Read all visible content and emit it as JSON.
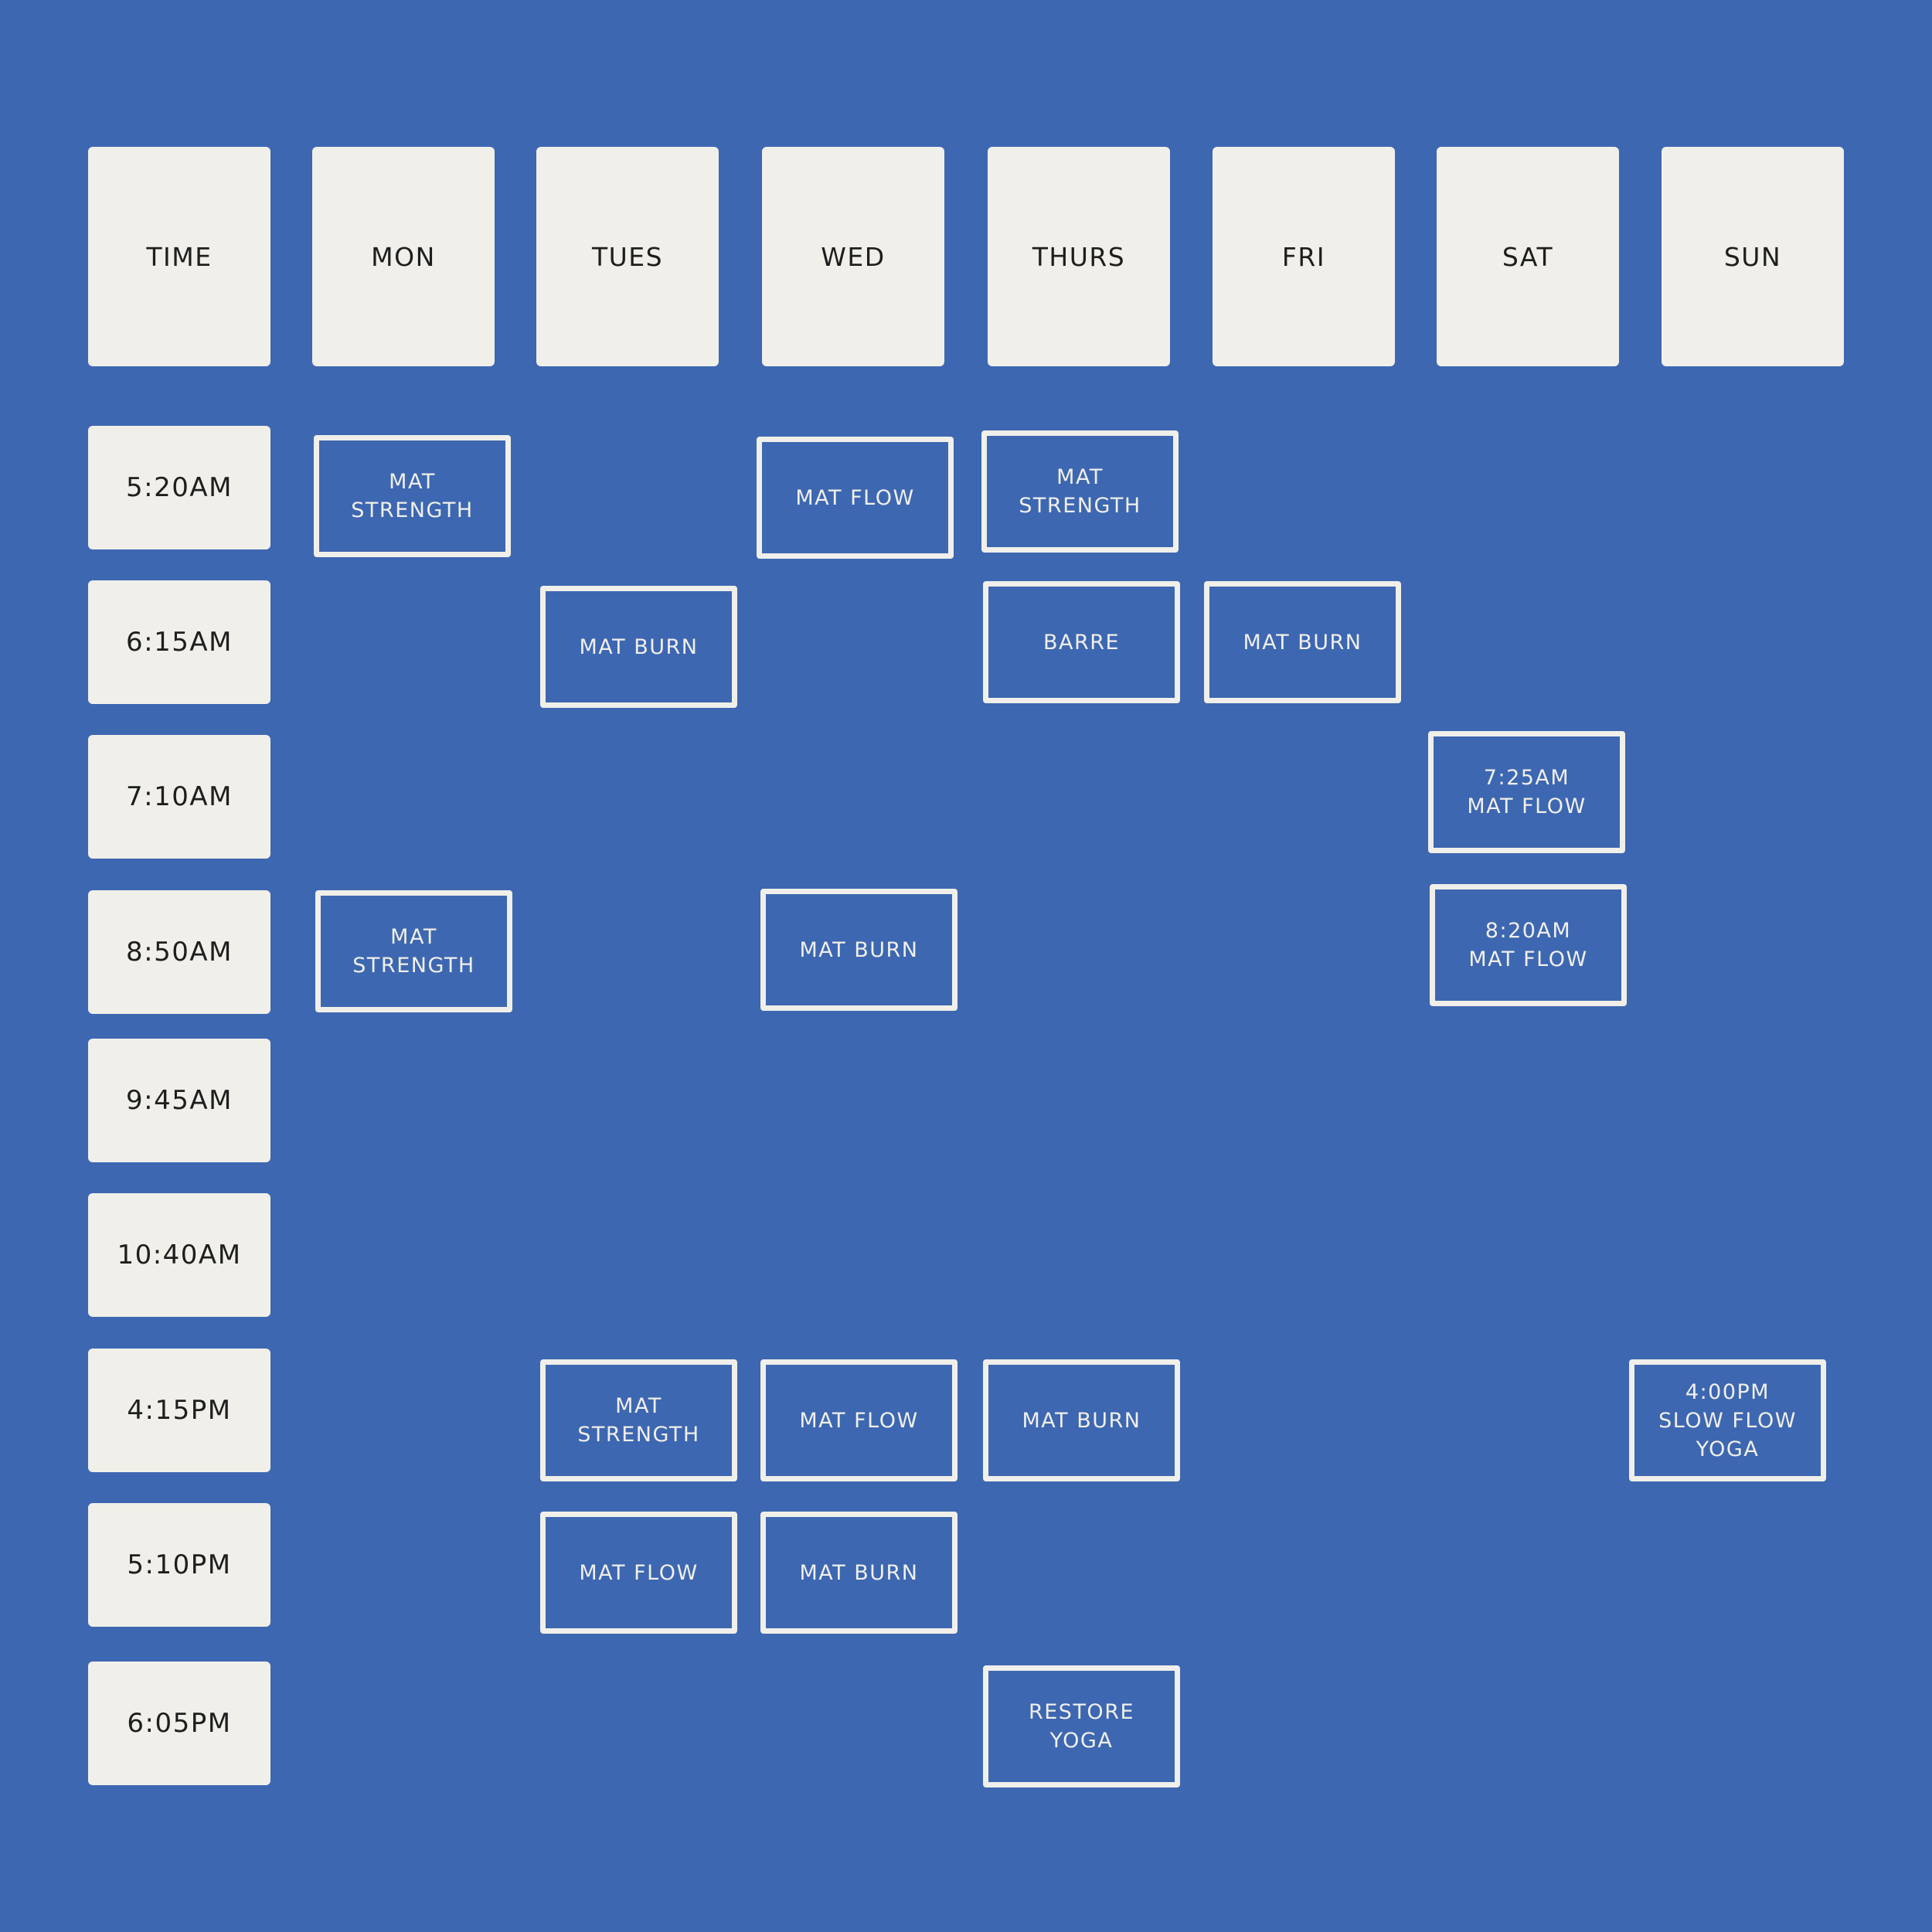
{
  "headers": [
    "TIME",
    "MON",
    "TUES",
    "WED",
    "THURS",
    "FRI",
    "SAT",
    "SUN"
  ],
  "times": [
    "5:20AM",
    "6:15AM",
    "7:10AM",
    "8:50AM",
    "9:45AM",
    "10:40AM",
    "4:15PM",
    "5:10PM",
    "6:05PM"
  ],
  "classes": [
    {
      "day": "MON",
      "slot": "5:20AM",
      "label": "MAT\nSTRENGTH"
    },
    {
      "day": "WED",
      "slot": "5:20AM",
      "label": "MAT FLOW"
    },
    {
      "day": "THURS",
      "slot": "5:20AM",
      "label": "MAT\nSTRENGTH"
    },
    {
      "day": "TUES",
      "slot": "6:15AM",
      "label": "MAT BURN"
    },
    {
      "day": "THURS",
      "slot": "6:15AM",
      "label": "BARRE"
    },
    {
      "day": "FRI",
      "slot": "6:15AM",
      "label": "MAT BURN"
    },
    {
      "day": "SAT",
      "slot": "7:10AM",
      "label": "7:25AM\nMAT FLOW"
    },
    {
      "day": "MON",
      "slot": "8:50AM",
      "label": "MAT\nSTRENGTH"
    },
    {
      "day": "WED",
      "slot": "8:50AM",
      "label": "MAT BURN"
    },
    {
      "day": "SAT",
      "slot": "8:50AM",
      "label": "8:20AM\nMAT FLOW"
    },
    {
      "day": "TUES",
      "slot": "4:15PM",
      "label": "MAT\nSTRENGTH"
    },
    {
      "day": "WED",
      "slot": "4:15PM",
      "label": "MAT FLOW"
    },
    {
      "day": "THURS",
      "slot": "4:15PM",
      "label": "MAT BURN"
    },
    {
      "day": "SUN",
      "slot": "4:15PM",
      "label": "4:00PM\nSLOW FLOW\nYOGA"
    },
    {
      "day": "TUES",
      "slot": "5:10PM",
      "label": "MAT FLOW"
    },
    {
      "day": "WED",
      "slot": "5:10PM",
      "label": "MAT BURN"
    },
    {
      "day": "THURS",
      "slot": "6:05PM",
      "label": "RESTORE\nYOGA"
    }
  ]
}
